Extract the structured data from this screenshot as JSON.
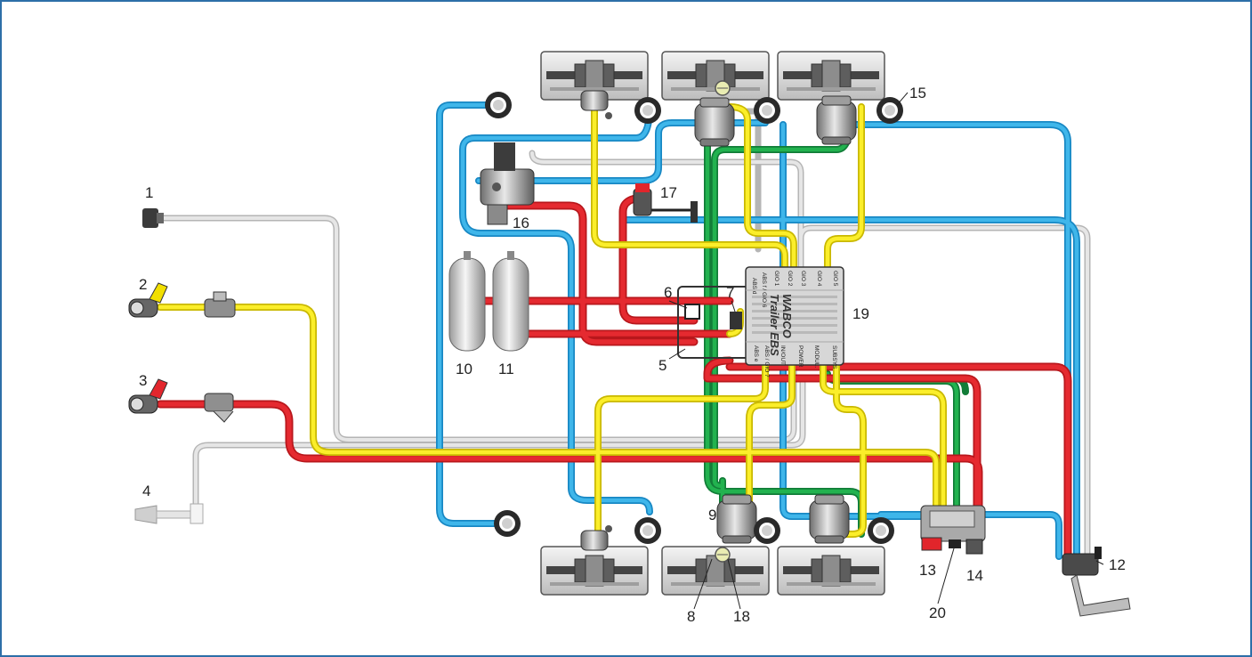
{
  "colors": {
    "frame": "#2d6fa8",
    "supply_red": "#e1252b",
    "control_yellow": "#f7ea1a",
    "brake_blue": "#2ba6de",
    "sensor_green": "#1aa14a",
    "electric_grey": "#cfcfcf",
    "component_grey": "#8c8c8c"
  },
  "callouts": {
    "c1": "1",
    "c2": "2",
    "c3": "3",
    "c4": "4",
    "c5": "5",
    "c6": "6",
    "c7": "7",
    "c8": "8",
    "c9": "9",
    "c10": "10",
    "c11": "11",
    "c12": "12",
    "c13": "13",
    "c14": "14",
    "c15": "15",
    "c16": "16",
    "c17": "17",
    "c18": "18",
    "c19": "19",
    "c20": "20"
  },
  "ecu": {
    "brand_line1": "WABCO",
    "brand_line2": "Trailer EBS",
    "ports_top": [
      "ABS d",
      "ABS f / GIO 6",
      "GIO 1",
      "GIO 2",
      "GIO 3",
      "GIO 4",
      "GIO 5"
    ],
    "ports_bottom": [
      "ABS e",
      "ABS / GIO 7",
      "IN/OUT",
      "POWER",
      "MODUL.",
      "SUBSYS"
    ]
  },
  "icons": {
    "connector": "electrical-connector-icon",
    "coupling_head": "coupling-head-icon",
    "line_filter": "line-filter-icon",
    "reservoir": "air-reservoir-icon",
    "brake_chamber": "brake-chamber-icon",
    "sensor": "wheel-speed-sensor-icon",
    "valve": "valve-icon",
    "ecu": "ebs-modulator-icon",
    "handle": "park-release-handle-icon"
  }
}
